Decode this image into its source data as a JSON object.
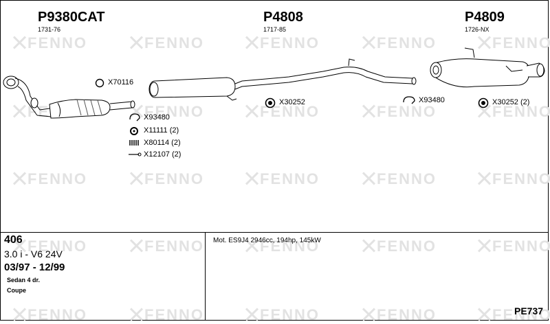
{
  "parts": [
    {
      "number": "P9380CAT",
      "code": "1731-76"
    },
    {
      "number": "P4808",
      "code": "1717-85"
    },
    {
      "number": "P4809",
      "code": "1726-NX"
    }
  ],
  "accessories": {
    "x70116": "X70116",
    "x93480_a": "X93480",
    "x11111": "X11111 (2)",
    "x80114": "X80114 (2)",
    "x12107": "X12107 (2)",
    "x30252_a": "X30252",
    "x93480_b": "X93480",
    "x30252_b": "X30252 (2)"
  },
  "vehicle": {
    "model": "406",
    "engine": "3.0 i - V6 24V",
    "years": "03/97 - 12/99",
    "body_1": "Sedan 4 dr.",
    "body_2": "Coupe"
  },
  "motor_info": "Mot. ES9J4 2946cc, 194hp, 145kW",
  "page_code": "PE737",
  "watermark": "FENNO"
}
